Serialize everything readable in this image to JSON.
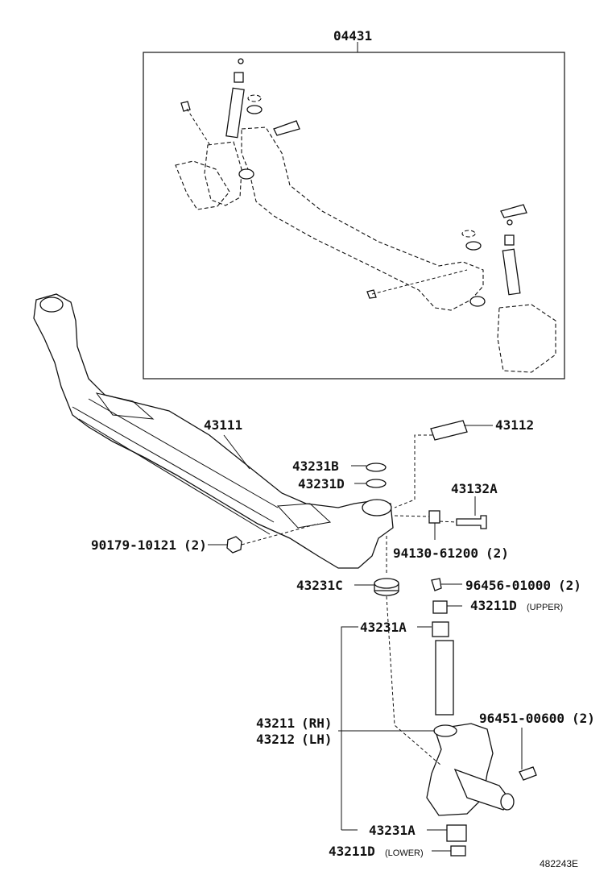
{
  "labels": {
    "assy": "04431",
    "axle_beam": "43111",
    "tie_rod_pin": "43112",
    "shim_b": "43231B",
    "shim_d": "43231D",
    "bolt": "43132A",
    "nut_left": "90179-10121",
    "nut_left_qty": "(2)",
    "nut_right": "94130-61200",
    "nut_right_qty": "(2)",
    "bearing_c": "43231C",
    "grease_fitting": "96456-01000",
    "grease_fitting_qty": "(2)",
    "bushing_upper": "43211D",
    "bushing_upper_note": "(UPPER)",
    "bushing_a_top": "43231A",
    "knuckle_rh": "43211",
    "knuckle_rh_note": "(RH)",
    "knuckle_lh": "43212",
    "knuckle_lh_note": "(LH)",
    "stud": "96451-00600",
    "stud_qty": "(2)",
    "bushing_a_bottom": "43231A",
    "bushing_lower": "43211D",
    "bushing_lower_note": "(LOWER)",
    "ref_code": "482243E"
  }
}
